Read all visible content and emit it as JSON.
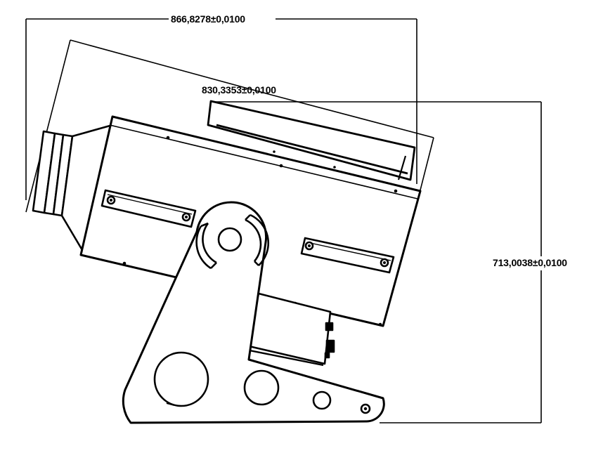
{
  "drawing": {
    "line_color": "#000000",
    "background": "#ffffff",
    "dimensions": {
      "overall_width": "866,8278±0,0100",
      "top_width": "830,3353±0,0100",
      "height": "713,0038±0,0100"
    }
  }
}
